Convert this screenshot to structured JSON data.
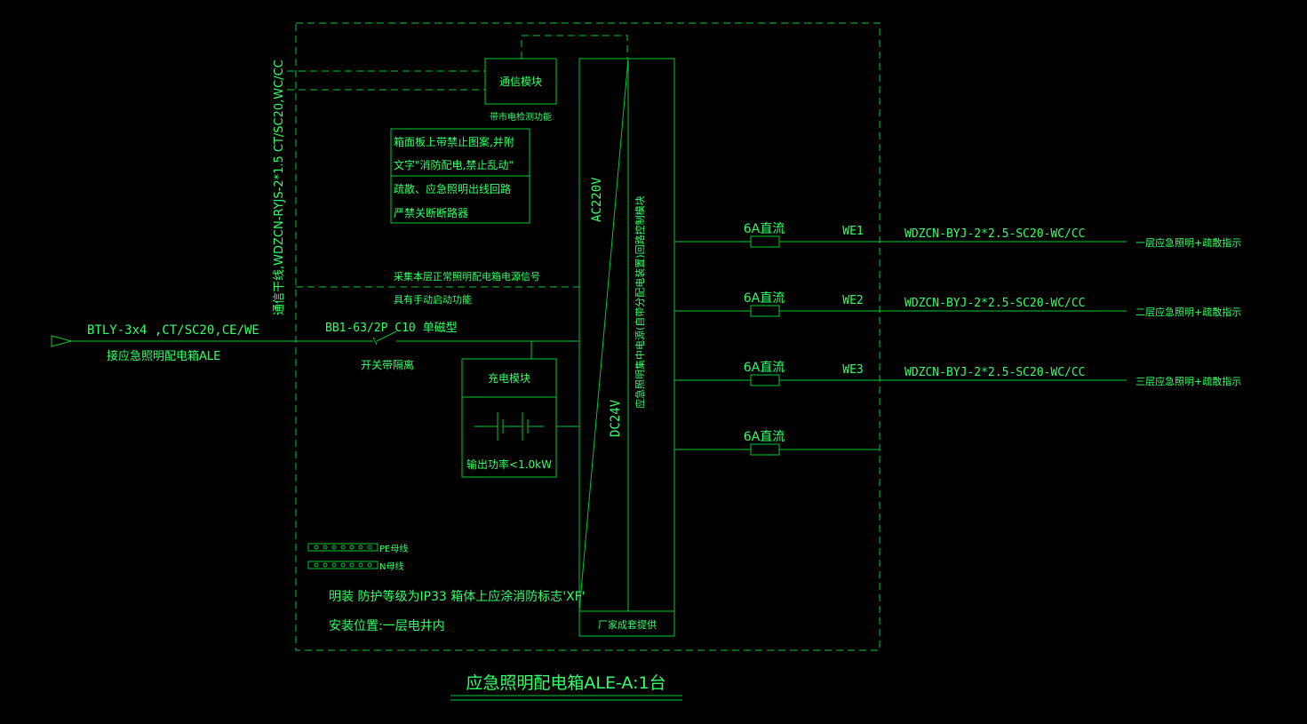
{
  "colors": {
    "background": "#000000",
    "line": "#00c832",
    "text": "#33ff66",
    "dashed": "#00c832"
  },
  "comm_module": {
    "label": "通信模块",
    "caption": "带市电检测功能"
  },
  "comm_trunk_label": "通信干线,WDZCN-RYJS-2*1.5 CT/SC20,WC/CC",
  "notice_box": {
    "line1": "箱面板上带禁止图案,并附",
    "line2": "文字\"消防配电,禁止乱动\"",
    "line3": "疏散、应急照明出线回路",
    "line4": "严禁关断断路器"
  },
  "signal": {
    "collect": "采集本层正常照明配电箱电源信号",
    "manual": "具有手动启动功能"
  },
  "incoming": {
    "cable": "BTLY-3x4 ,CT/SC20,CE/WE",
    "source": "接应急照明配电箱ALE"
  },
  "breaker": {
    "model": "BB1-63/2P C10  单磁型",
    "note": "开关带隔离"
  },
  "charger": {
    "title": "充电模块",
    "power": "输出功率<1.0kW"
  },
  "bus": {
    "ac_label": "AC220V",
    "dc_label": "DC24V",
    "controller_label": "应急照明集中电源(自带分配电装置)回路控制模块",
    "vendor": "厂家成套提供"
  },
  "circuits": [
    {
      "fuse": "6A直流",
      "id": "WE1",
      "cable": "WDZCN-BYJ-2*2.5-SC20-WC/CC",
      "dest": "一层应急照明+疏散指示"
    },
    {
      "fuse": "6A直流",
      "id": "WE2",
      "cable": "WDZCN-BYJ-2*2.5-SC20-WC/CC",
      "dest": "二层应急照明+疏散指示"
    },
    {
      "fuse": "6A直流",
      "id": "WE3",
      "cable": "WDZCN-BYJ-2*2.5-SC20-WC/CC",
      "dest": "三层应急照明+疏散指示"
    },
    {
      "fuse": "6A直流",
      "id": "",
      "cable": "",
      "dest": ""
    }
  ],
  "busbars": {
    "pe": "PE母线",
    "n": "N母线"
  },
  "install": {
    "line1": "明装   防护等级为IP33  箱体上应涂消防标志'XF'",
    "line2": "安装位置:一层电井内"
  },
  "title": "应急照明配电箱ALE-A:1台"
}
